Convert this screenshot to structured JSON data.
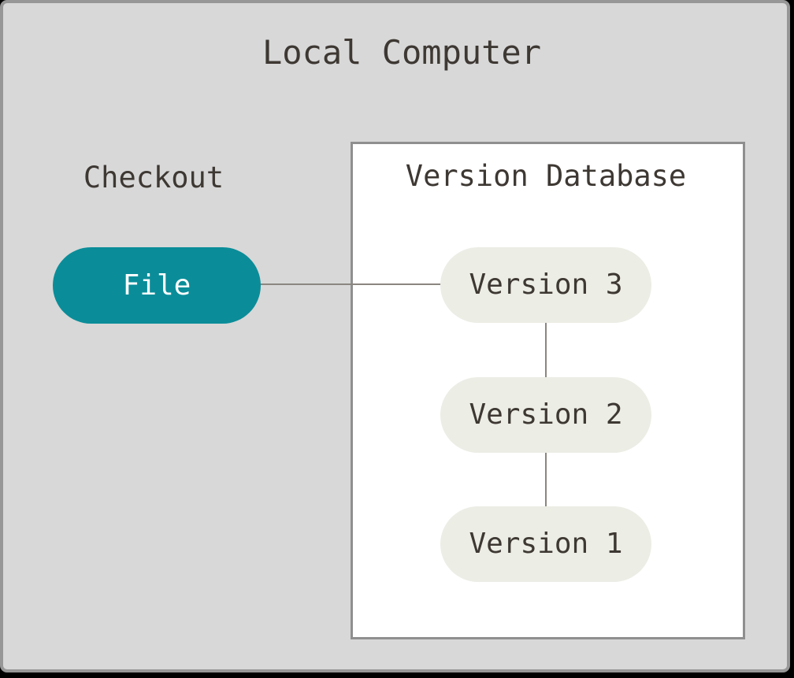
{
  "diagram": {
    "title": "Local Computer",
    "checkout_label": "Checkout",
    "file_node_label": "File",
    "version_database": {
      "title": "Version Database",
      "versions": [
        {
          "label": "Version 3"
        },
        {
          "label": "Version 2"
        },
        {
          "label": "Version 1"
        }
      ]
    }
  },
  "colors": {
    "outer_bg": "#000000",
    "canvas_bg": "#d8d8d8",
    "canvas_border": "#979797",
    "box_bg": "#ffffff",
    "box_border": "#8f8f8f",
    "file_pill_bg": "#0a8d99",
    "file_pill_text": "#ffffff",
    "version_pill_bg": "#ecede5",
    "text_dark": "#3e3833",
    "connector": "#8b8680"
  }
}
